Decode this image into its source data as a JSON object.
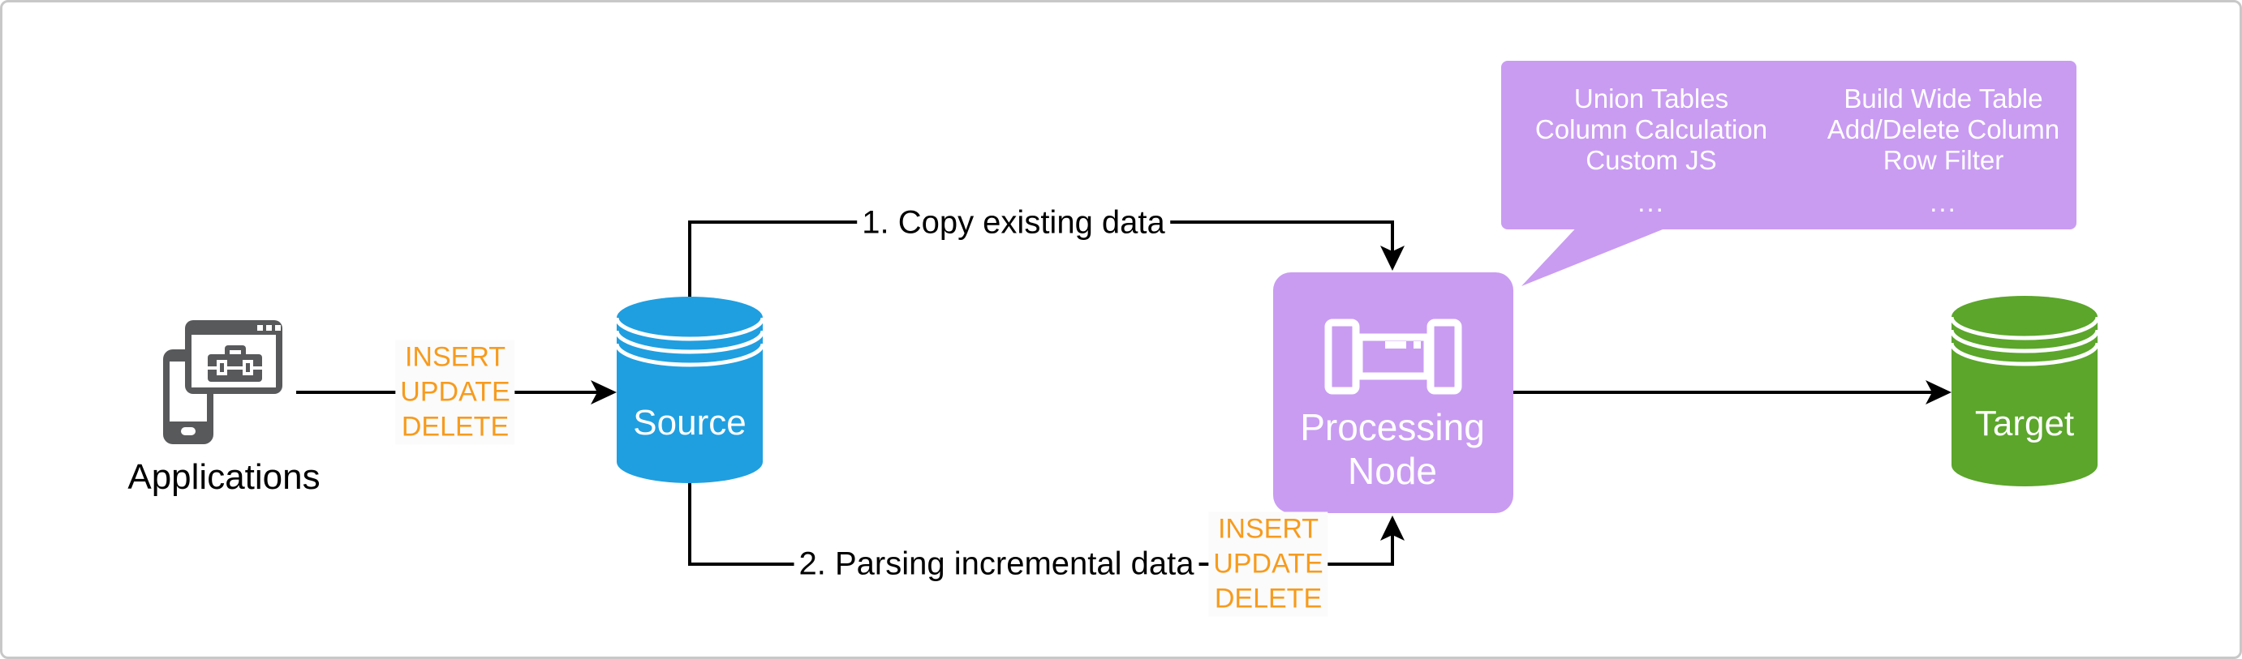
{
  "nodes": {
    "applications": {
      "label": "Applications",
      "icon": "phone-browser-toolbox-icon",
      "icon_color": "#58595b"
    },
    "source": {
      "label": "Source",
      "color": "#1f9fe0"
    },
    "processing": {
      "label_line1": "Processing",
      "label_line2": "Node",
      "icon": "pipeline-node-icon",
      "color": "#c99cf2"
    },
    "target": {
      "label": "Target",
      "color": "#5ba62b"
    }
  },
  "edges": {
    "copy_existing": {
      "label": "1. Copy existing data"
    },
    "parsing_incremental": {
      "label": "2. Parsing incremental data"
    },
    "crud_color": "#f79b1e",
    "crud_left": [
      "INSERT",
      "UPDATE",
      "DELETE"
    ],
    "crud_right": [
      "INSERT",
      "UPDATE",
      "DELETE"
    ]
  },
  "callout": {
    "color": "#c99cf2",
    "left_column": [
      "Union Tables",
      "Column Calculation",
      "Custom JS",
      "..."
    ],
    "right_column": [
      "Build Wide Table",
      "Add/Delete Column",
      "Row Filter",
      "..."
    ]
  },
  "frame": {
    "background": "#ffffff",
    "border_color": "#c8c8c8",
    "line_color": "#000000"
  }
}
